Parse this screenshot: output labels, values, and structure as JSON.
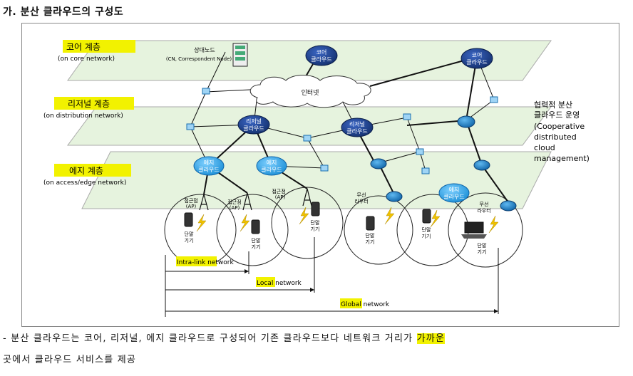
{
  "heading": "가. 분산 클라우드의 구성도",
  "layers": {
    "core": {
      "title": "코어 계층",
      "sub": "(on core network)"
    },
    "distribution": {
      "title": "리저널 계층",
      "sub": "(on distribution network)"
    },
    "edge": {
      "title": "에지 계층",
      "sub": "(on access/edge network)"
    }
  },
  "cn_label": {
    "line1": "상대노드",
    "line2": "(CN, Correspondent Node)"
  },
  "core_cloud": {
    "line1": "코어",
    "line2": "클라우드"
  },
  "regional_cloud": {
    "line1": "리저널",
    "line2": "클라우드"
  },
  "edge_cloud": {
    "line1": "에지",
    "line2": "클라우드"
  },
  "internet": "인터넷",
  "ap": {
    "line1": "접근점",
    "line2": "(AP)"
  },
  "router": {
    "line1": "무선",
    "line2": "라우터"
  },
  "terminal": {
    "line1": "단말",
    "line2": "기기"
  },
  "coop": [
    "협력적 분산",
    "클라우드 운영",
    "(Cooperative",
    "distributed",
    "cloud",
    "management)"
  ],
  "scopes": {
    "intra": "Intra-link network",
    "local": "Local network",
    "global": "Global network"
  },
  "caption": {
    "line1_a": "- 분산 클라우드는 코어, 리저널, 에지 클라우드로 구성되어 기존 클라우드보다 네트워크 거리가 ",
    "line1_b": "가까운",
    "line2": "곳에서 클라우드 서비스를 제공"
  },
  "colors": {
    "highlight": "#f2f200",
    "cloud_dark": "#1f3f8f",
    "cloud_light": "#2a9fe0",
    "layer_fill": "#e6f3de",
    "line": "#111111"
  }
}
